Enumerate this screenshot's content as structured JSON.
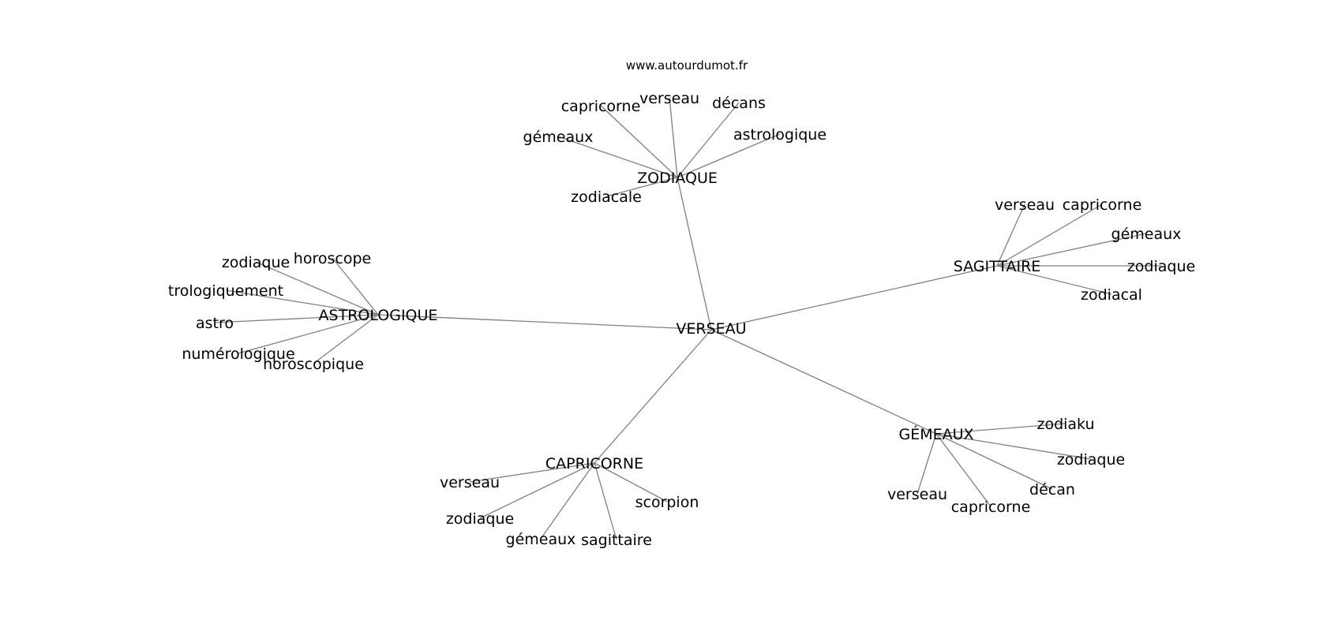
{
  "watermark": "www.autourdumot.fr",
  "graph": {
    "center": "VERSEAU",
    "hubs": [
      {
        "label": "ZODIAQUE",
        "leaves": [
          "verseau",
          "capricorne",
          "décans",
          "gémeaux",
          "astrologique",
          "zodiacale"
        ]
      },
      {
        "label": "SAGITTAIRE",
        "leaves": [
          "verseau",
          "capricorne",
          "gémeaux",
          "zodiaque",
          "zodiacal"
        ]
      },
      {
        "label": "ASTROLOGIQUE",
        "leaves": [
          "zodiaque",
          "horoscope",
          "trologiquement",
          "astro",
          "numérologique",
          "horoscopique"
        ]
      },
      {
        "label": "CAPRICORNE",
        "leaves": [
          "verseau",
          "zodiaque",
          "scorpion",
          "gémeaux",
          "sagittaire"
        ]
      },
      {
        "label": "GÉMEAUX",
        "leaves": [
          "zodiaku",
          "zodiaque",
          "décan",
          "verseau",
          "capricorne"
        ]
      }
    ]
  }
}
